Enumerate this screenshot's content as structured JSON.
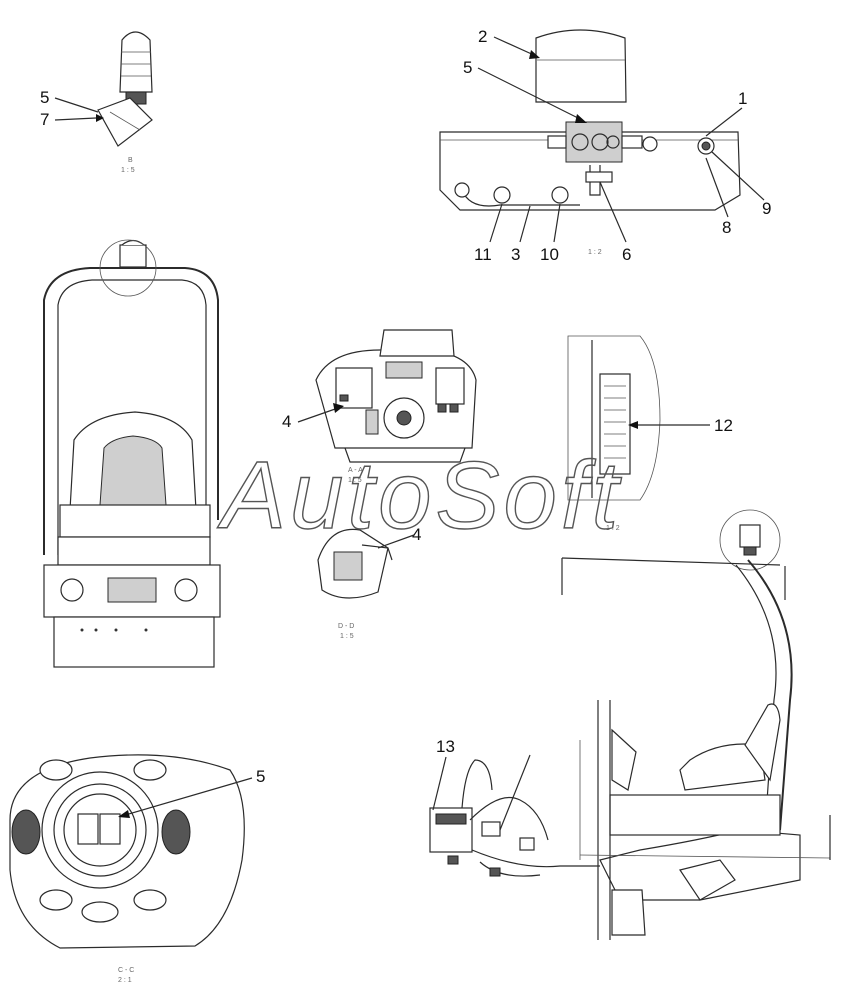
{
  "watermark": "AutoSoft",
  "callouts": {
    "c2": "2",
    "c5_top": "5",
    "c1": "1",
    "c9": "9",
    "c8": "8",
    "c11": "11",
    "c3": "3",
    "c10": "10",
    "c6": "6",
    "c5_left": "5",
    "c7": "7",
    "c4_panel": "4",
    "c4_lower": "4",
    "c12": "12",
    "c5_bottom": "5",
    "c13": "13"
  },
  "view_labels": {
    "b_view": "B",
    "b_scale": "1 : 5",
    "top_scale": "1 : 2",
    "aa_view": "A - A",
    "aa_scale": "1 : 5",
    "dd_view": "D - D",
    "dd_scale": "1 : 5",
    "right_scale": "1 : 2",
    "cc_view": "C - C",
    "cc_scale": "2 : 1"
  }
}
